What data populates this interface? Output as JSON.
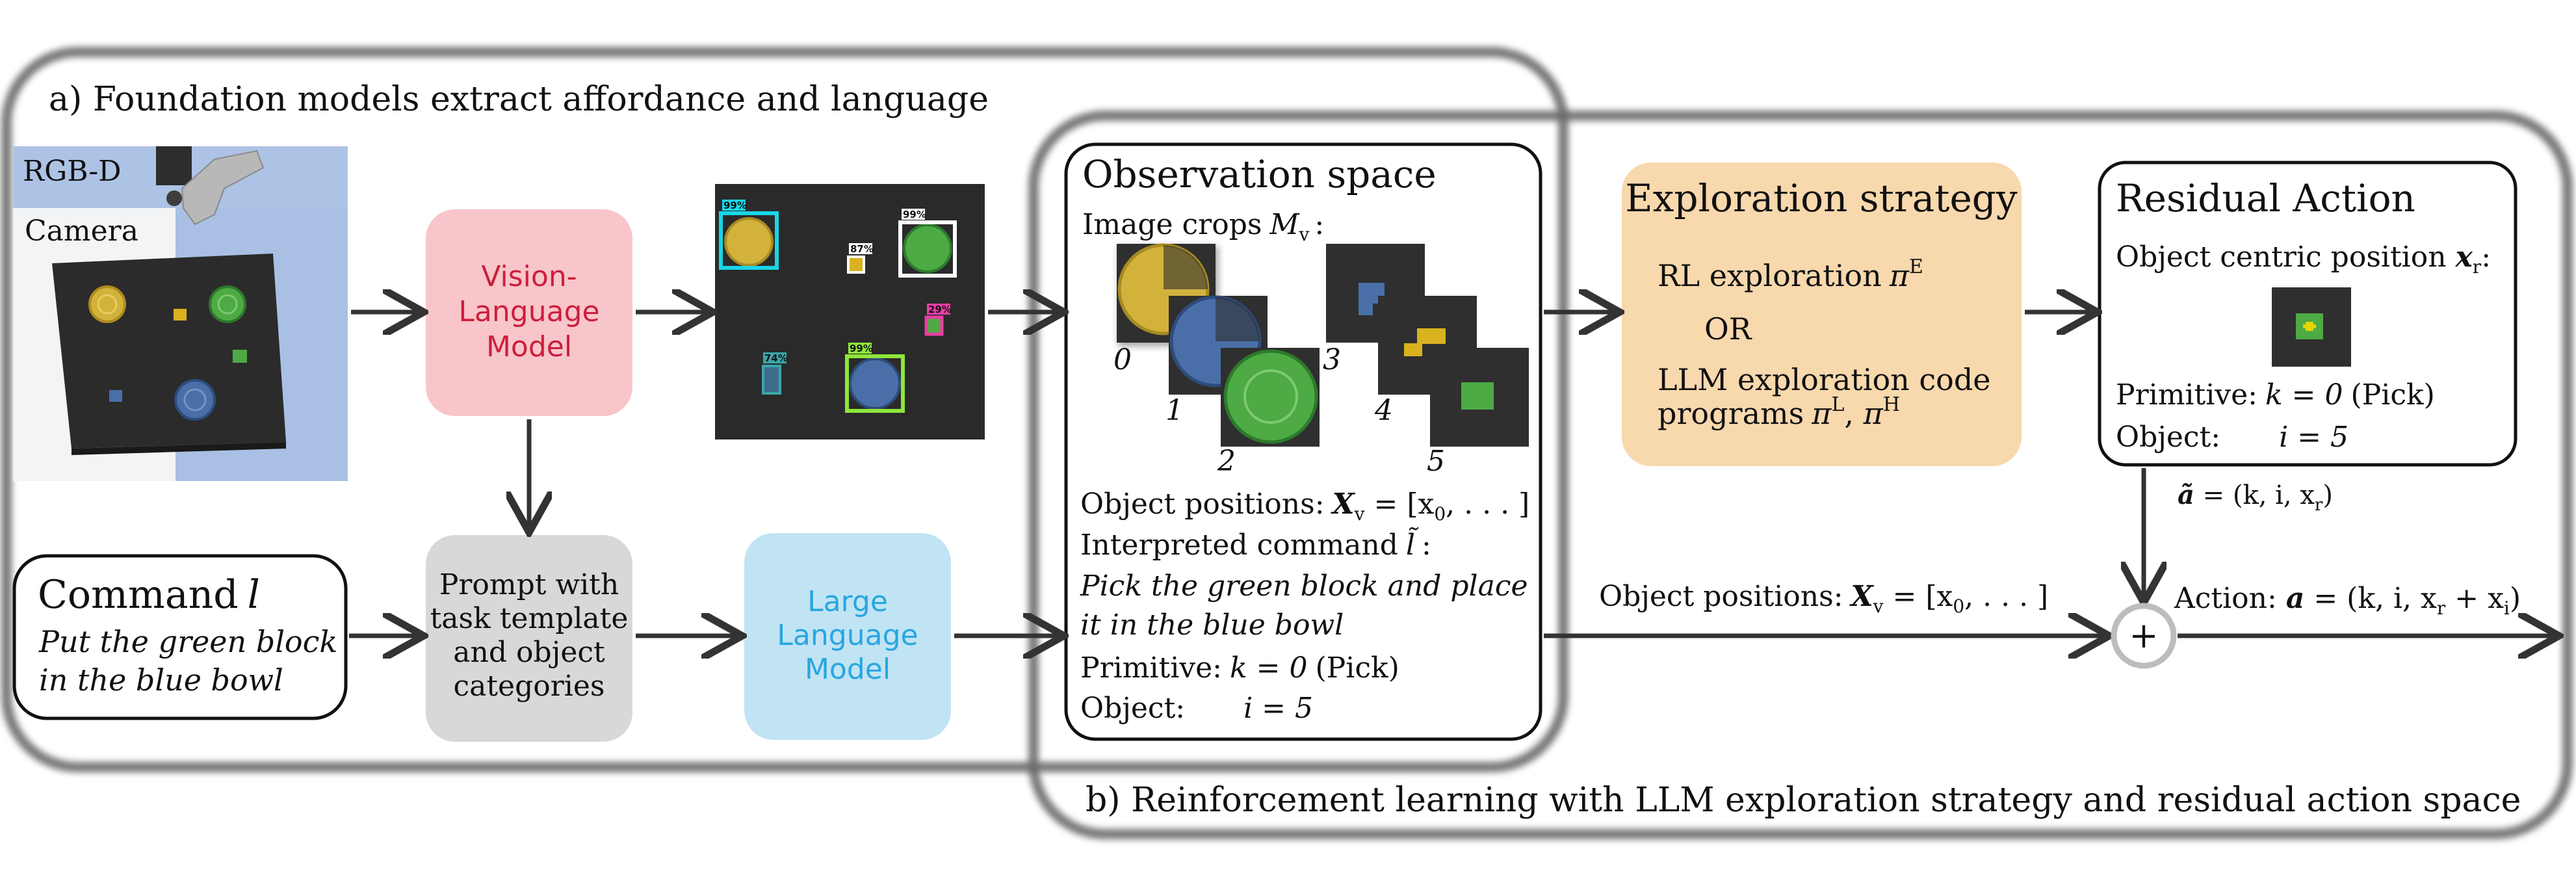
{
  "colors": {
    "vlm_fill": "#f8c5ca",
    "vlm_text": "#cc1f3c",
    "llm_fill": "#c0e4f3",
    "llm_text": "#29a6e0",
    "prompt_fill": "#d6d8da",
    "explore_fill": "#f8d8ad",
    "rl_text": "#e59a1e",
    "llmcode_text": "#29a6e0",
    "shadow_border": "#6b6b6b",
    "scene_blue": "#a9c0e4",
    "table": "#2b2b2b",
    "yellow": "#d3b23c",
    "blue": "#4a6fa8",
    "green": "#4daa44"
  },
  "section_a": {
    "label": "a) Foundation models extract affordance and language"
  },
  "section_b": {
    "label": "b) Reinforcement learning with LLM exploration strategy and residual action space"
  },
  "camera": {
    "line1": "RGB-D",
    "line2": "Camera"
  },
  "vlm": {
    "line1": "Vision-",
    "line2": "Language",
    "line3": "Model"
  },
  "detections": {
    "labels": [
      "99%",
      "87%",
      "99%",
      "29%",
      "74%",
      "99%"
    ],
    "box_colors": [
      "#18d6e8",
      "#ffffff",
      "#ffffff",
      "#e93ea4",
      "#3aa6a8",
      "#8fe63b"
    ]
  },
  "command": {
    "title": "Command",
    "symbol": "l",
    "line1": "Put the green block",
    "line2": "in the blue bowl"
  },
  "prompt": {
    "line1": "Prompt with",
    "line2": "task template",
    "line3": "and object",
    "line4": "categories"
  },
  "llm": {
    "line1": "Large",
    "line2": "Language",
    "line3": "Model"
  },
  "observation": {
    "title": "Observation space",
    "crops_label": "Image crops",
    "crops_symbol": "M",
    "crops_sub": "v",
    "crops_colon": ":",
    "crop_indices": [
      "0",
      "1",
      "2",
      "3",
      "4",
      "5"
    ],
    "positions_label": "Object positions:",
    "positions_formula": "X",
    "positions_sub": "v",
    "positions_rest": " = [x",
    "positions_sub0": "0",
    "positions_end": ", . . . ]",
    "interp_label": "Interpreted command",
    "interp_symbol": "l̃",
    "interp_colon": ":",
    "interp_line1": "Pick the green block and place",
    "interp_line2": "it in the blue bowl",
    "primitive_label": "Primitive:",
    "primitive_value": "k = 0",
    "primitive_name": "(Pick)",
    "object_label": "Object:",
    "object_value": "i = 5"
  },
  "exploration": {
    "title": "Exploration strategy",
    "rl_text": "RL exploration",
    "rl_pi": "π",
    "rl_sup": "E",
    "or": "OR",
    "llm_line1": "LLM exploration code",
    "llm_line2": "programs",
    "llm_pi1": "π",
    "llm_sup1": "L",
    "llm_comma": ", ",
    "llm_pi2": "π",
    "llm_sup2": "H"
  },
  "residual": {
    "title": "Residual Action",
    "pos_label": "Object centric position",
    "pos_symbol": "x",
    "pos_sub": "r",
    "pos_colon": ":",
    "primitive_label": "Primitive:",
    "primitive_value": "k = 0",
    "primitive_name": "(Pick)",
    "object_label": "Object:",
    "object_value": "i = 5"
  },
  "a_tilde": {
    "lhs": "ã",
    "rhs": " = (k, i, x",
    "sub": "r",
    "end": ")"
  },
  "positions_line": {
    "label": "Object positions:",
    "sym": "X",
    "sub": "v",
    "rest": " = [x",
    "sub0": "0",
    "end": ", . . . ]"
  },
  "action": {
    "label": "Action:",
    "sym": "a",
    "rest": " = (k, i, x",
    "sub_r": "r",
    "plus": " + x",
    "sub_i": "i",
    "end": ")"
  },
  "sum_symbol": "+"
}
